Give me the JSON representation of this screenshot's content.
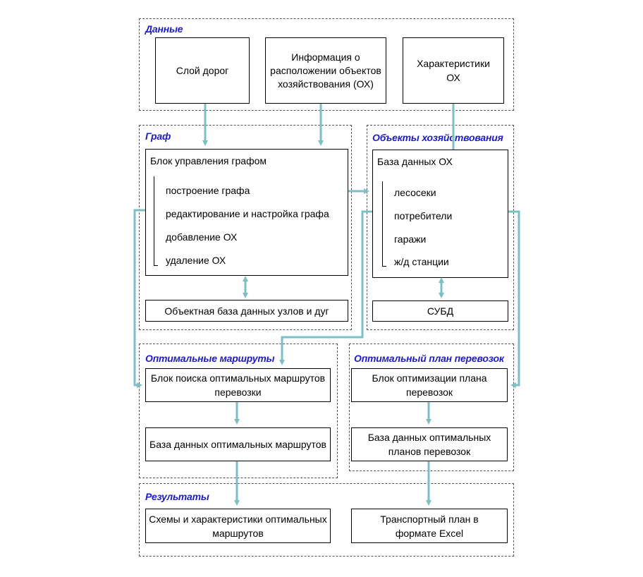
{
  "groups": {
    "data": "Данные",
    "graph": "Граф",
    "objects": "Объекты хозяйствования",
    "routes": "Оптимальные маршруты",
    "plan": "Оптимальный план перевозок",
    "results": "Результаты"
  },
  "data_boxes": {
    "roads": "Слой дорог",
    "location": "Информация о расположении объектов хозяйствования (ОХ)",
    "characteristics": "Характеристики ОХ"
  },
  "graph": {
    "block_title": "Блок управления графом",
    "items": [
      "построение графа",
      "редактирование и настройка графа",
      "добавление ОХ",
      "удаление ОХ"
    ],
    "database": "Объектная база данных узлов и дуг"
  },
  "objects": {
    "block_title": "База данных ОХ",
    "items": [
      "лесосеки",
      "потребители",
      "гаражи",
      "ж/д станции"
    ],
    "dbms": "СУБД"
  },
  "routes": {
    "search_block": "Блок поиска оптимальных маршрутов перевозки",
    "database": "База данных оптимальных маршрутов"
  },
  "plan": {
    "optimization_block": "Блок оптимизации плана перевозок",
    "database": "База данных оптимальных планов перевозок"
  },
  "results": {
    "schemes": "Схемы и характеристики оптимальных маршрутов",
    "transport_plan": "Транспортный план в формате Excel"
  },
  "colors": {
    "arrow": "#7dbfc4",
    "group_title": "#1c1cc8"
  }
}
